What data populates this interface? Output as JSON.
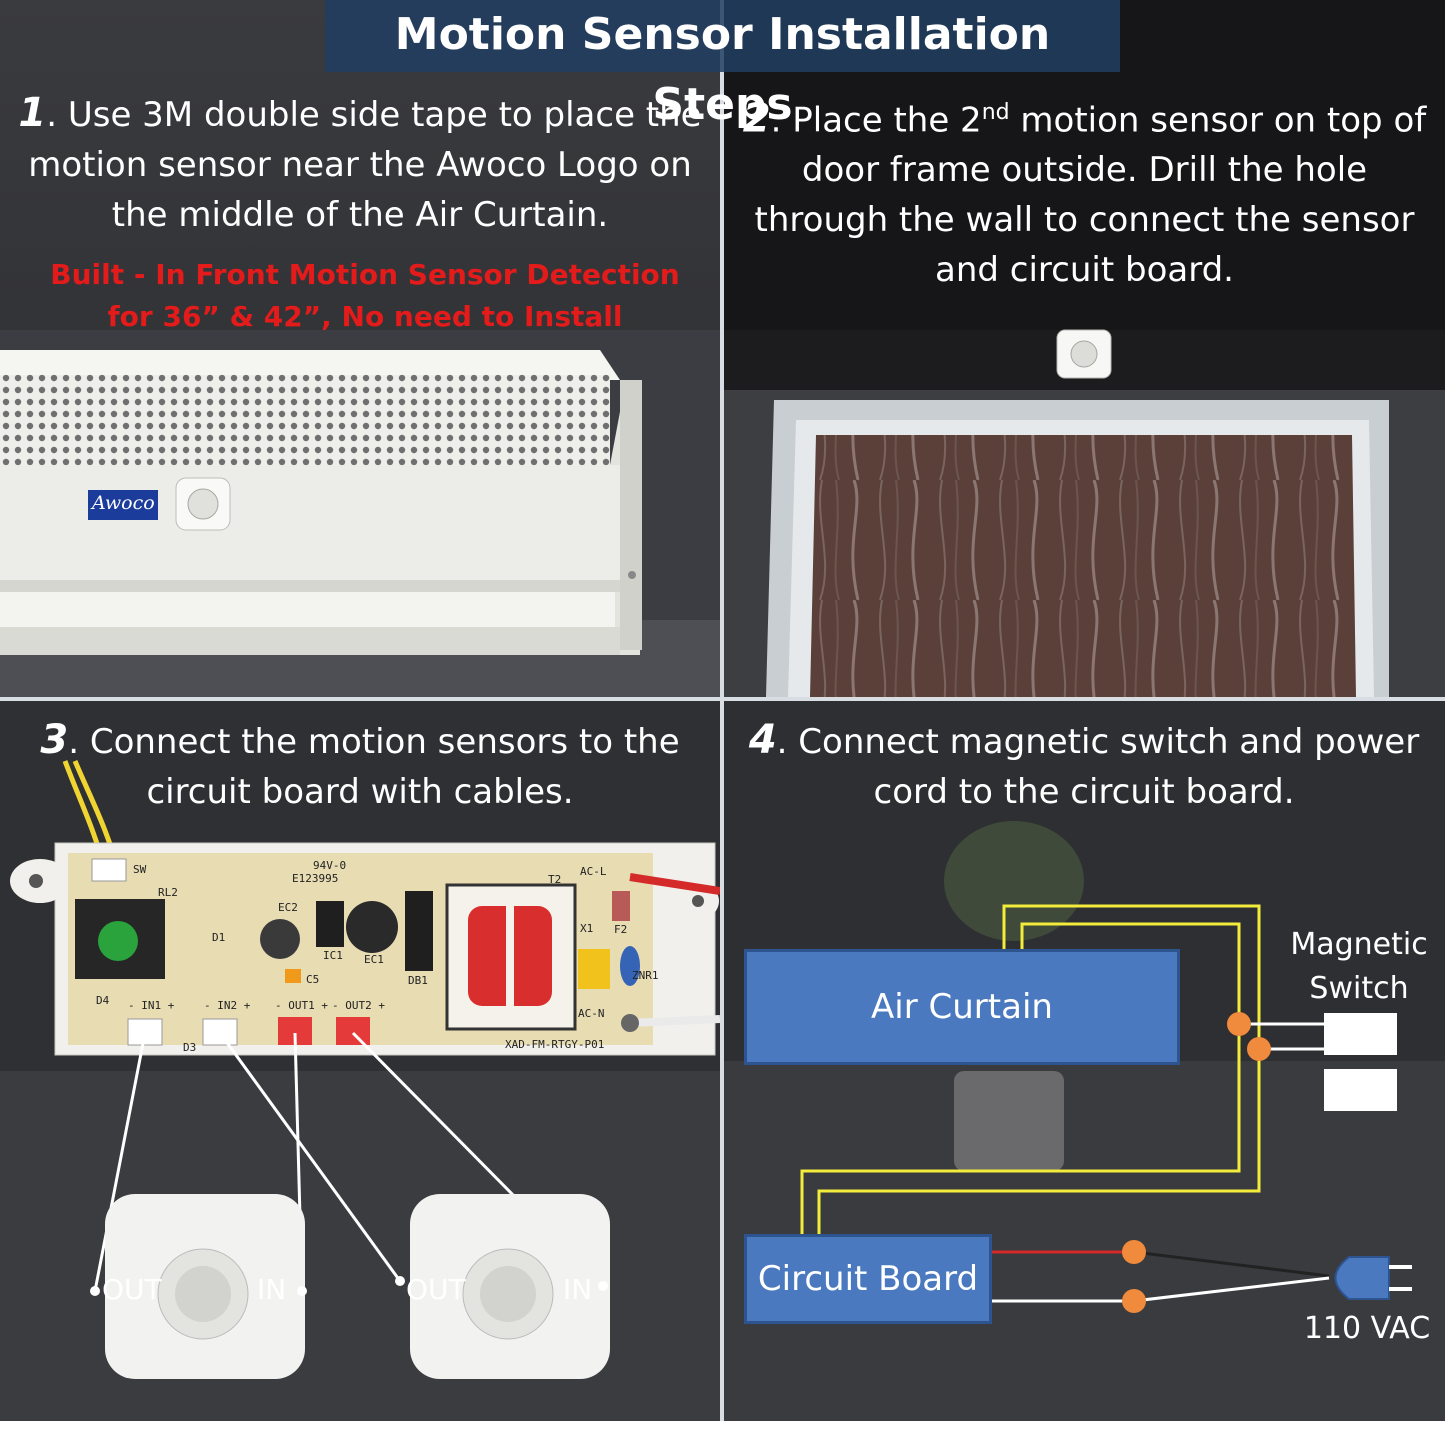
{
  "title": "Motion Sensor Installation Steps",
  "steps": [
    {
      "num": "1",
      "text": ". Use 3M double side tape to place the motion sensor near the Awoco Logo on the middle of the Air Curtain."
    },
    {
      "num": "2",
      "text_before": ". Place the 2",
      "sup": "nd",
      "text_after": " motion sensor on top of door frame outside. Drill the hole through the wall to connect the sensor and circuit board."
    },
    {
      "num": "3",
      "text": ". Connect the motion sensors to the circuit board with cables."
    },
    {
      "num": "4",
      "text": ". Connect magnetic switch and power cord to the circuit board."
    }
  ],
  "note": {
    "line1": "Built - In Front Motion Sensor Detection",
    "line2": "for 36” & 42”, No need to Install"
  },
  "logo": "Awoco",
  "board": {
    "sw": "SW",
    "rl2": "RL2",
    "ec2": "EC2",
    "ic1": "IC1",
    "ec1": "EC1",
    "db1": "DB1",
    "d1": "D1",
    "d4": "D4",
    "d3": "D3",
    "c5": "C5",
    "t2": "T2",
    "x1": "X1",
    "znr1": "ZNR1",
    "f2": "F2",
    "acl": "AC-L",
    "acn": "AC-N",
    "in1": "- IN1 +",
    "in2": "- IN2 +",
    "out1": "- OUT1 +",
    "out2": "- OUT2 +",
    "ul": "94V-0",
    "e": "E123995",
    "model": "XAD-FM-RTGY-P01"
  },
  "sensors": [
    {
      "out": "OUT",
      "in": "IN"
    },
    {
      "out": "OUT",
      "in": "IN"
    }
  ],
  "diagram": {
    "air_curtain": "Air Curtain",
    "circuit_board": "Circuit Board",
    "magnetic_switch_1": "Magnetic",
    "magnetic_switch_2": "Switch",
    "voltage": "110 VAC"
  },
  "colors": {
    "box": "#4a79c0",
    "wire_yellow": "#f3ec3a",
    "wire_red": "#d42a2a",
    "connector": "#f08a3c",
    "note_red": "#e31b1b"
  }
}
